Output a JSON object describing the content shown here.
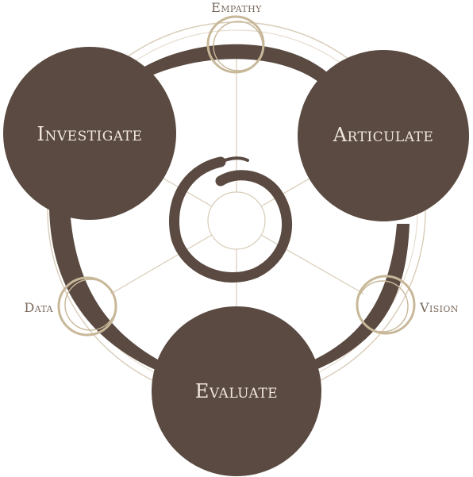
{
  "colors": {
    "primary": "#5a4a41",
    "accent": "#c8b899",
    "line": "#d8ccb8",
    "label_light": "#f1e8dc",
    "label_dark": "#7a6a5e"
  },
  "stages": [
    {
      "id": "investigate",
      "label": "Investigate"
    },
    {
      "id": "articulate",
      "label": "Articulate"
    },
    {
      "id": "evaluate",
      "label": "Evaluate"
    }
  ],
  "connectors": [
    {
      "id": "empathy",
      "label": "Empathy"
    },
    {
      "id": "vision",
      "label": "Vision"
    },
    {
      "id": "data",
      "label": "Data"
    }
  ]
}
